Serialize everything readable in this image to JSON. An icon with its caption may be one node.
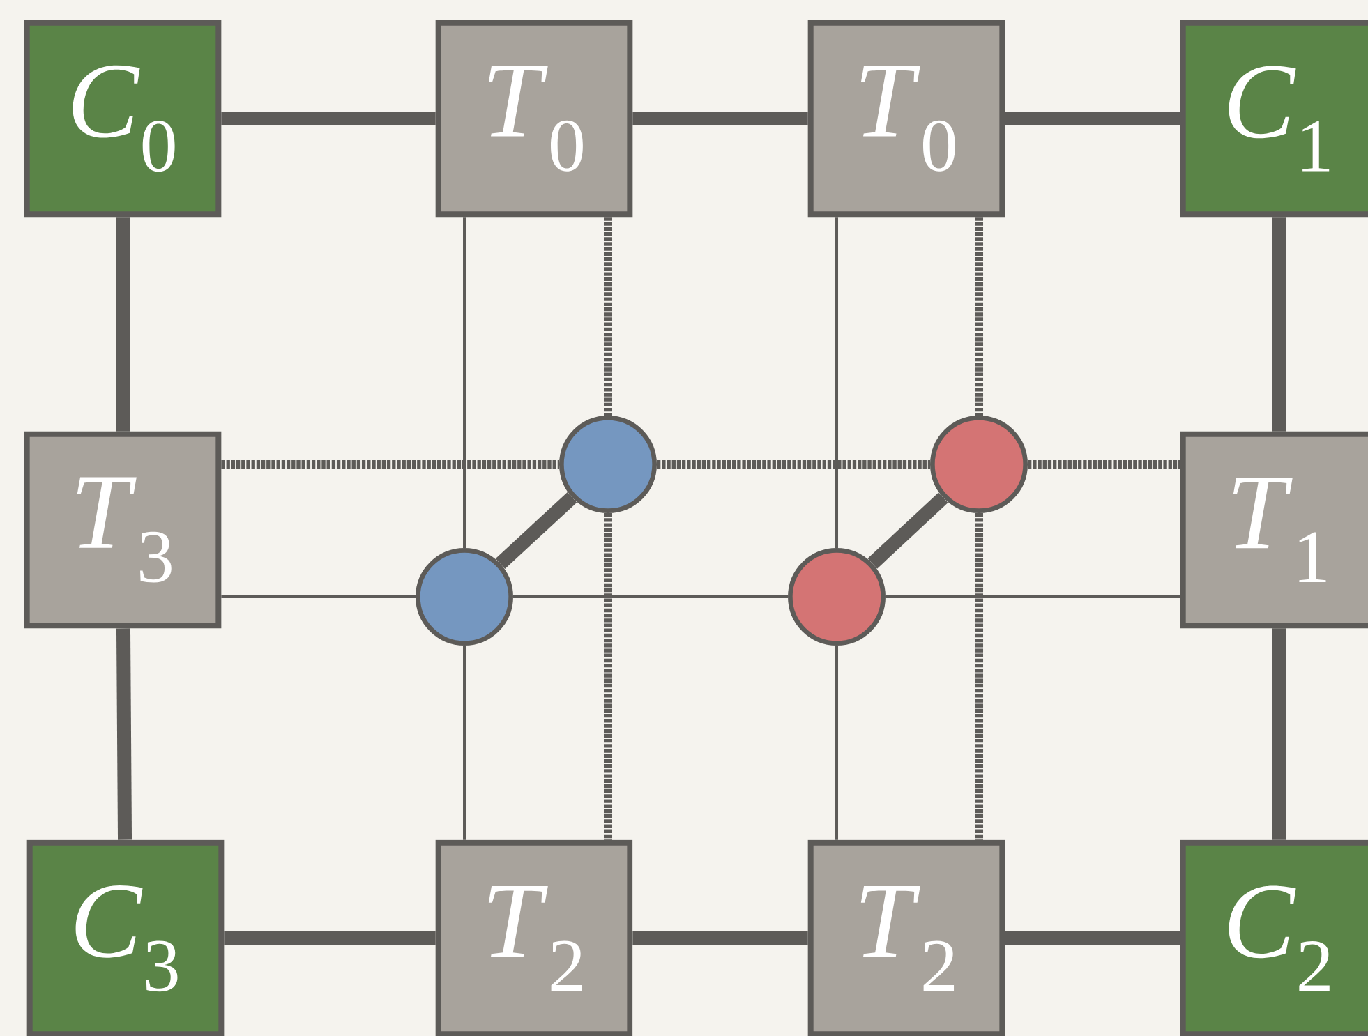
{
  "diagram": {
    "nodes": [
      {
        "text": [
          "*C*$_{0}$"
        ]
      },
      {
        "text": [
          "*T*$_{0}$"
        ]
      },
      {
        "text": [
          "*T*$_{0}$"
        ]
      },
      {
        "text": [
          "*C*$_{1}$"
        ]
      },
      {
        "text": [
          "*T*$_{3}$"
        ]
      },
      {
        "text": [
          "*T*$_{1}$"
        ]
      },
      {
        "text": [
          "*C*$_{3}$"
        ]
      },
      {
        "text": [
          "*T*$_{2}$"
        ]
      },
      {
        "text": [
          "*T*$_{2}$"
        ]
      },
      {
        "text": [
          "*C*$_{2}$"
        ]
      },
      {
        "text": [],
        "shape": "circle"
      },
      {
        "text": [],
        "shape": "circle"
      },
      {
        "text": [],
        "shape": "circle"
      },
      {
        "text": [],
        "shape": "circle"
      }
    ],
    "edges": [
      {
        "from": 0,
        "to": 1,
        "arrow": "none"
      },
      {
        "from": 1,
        "to": 2,
        "arrow": "none"
      },
      {
        "from": 2,
        "to": 3,
        "arrow": "none"
      },
      {
        "from": 0,
        "to": 4,
        "arrow": "none"
      },
      {
        "from": 4,
        "to": 6,
        "arrow": "none"
      },
      {
        "from": 3,
        "to": 5,
        "arrow": "none"
      },
      {
        "from": 5,
        "to": 9,
        "arrow": "none"
      },
      {
        "from": 6,
        "to": 7,
        "arrow": "none"
      },
      {
        "from": 7,
        "to": 8,
        "arrow": "none"
      },
      {
        "from": 8,
        "to": 9,
        "arrow": "none"
      },
      {
        "from": 1,
        "to": 10,
        "arrow": "none"
      },
      {
        "from": 10,
        "to": 7,
        "arrow": "none"
      },
      {
        "from": 2,
        "to": 12,
        "arrow": "none"
      },
      {
        "from": 12,
        "to": 8,
        "arrow": "none"
      },
      {
        "from": 4,
        "to": 10,
        "arrow": "none"
      },
      {
        "from": 10,
        "to": 12,
        "arrow": "none"
      },
      {
        "from": 12,
        "to": 5,
        "arrow": "none"
      },
      {
        "from": 1,
        "to": 11,
        "arrow": "none",
        "style": "dashed"
      },
      {
        "from": 11,
        "to": 7,
        "arrow": "none",
        "style": "dashed"
      },
      {
        "from": 2,
        "to": 13,
        "arrow": "none",
        "style": "dashed"
      },
      {
        "from": 13,
        "to": 8,
        "arrow": "none",
        "style": "dashed"
      },
      {
        "from": 4,
        "to": 11,
        "arrow": "none",
        "style": "dashed"
      },
      {
        "from": 11,
        "to": 13,
        "arrow": "none",
        "style": "dashed"
      },
      {
        "from": 13,
        "to": 5,
        "arrow": "none",
        "style": "dashed"
      },
      {
        "from": 10,
        "to": 11,
        "arrow": "none"
      },
      {
        "from": 12,
        "to": 13,
        "arrow": "none"
      }
    ]
  }
}
